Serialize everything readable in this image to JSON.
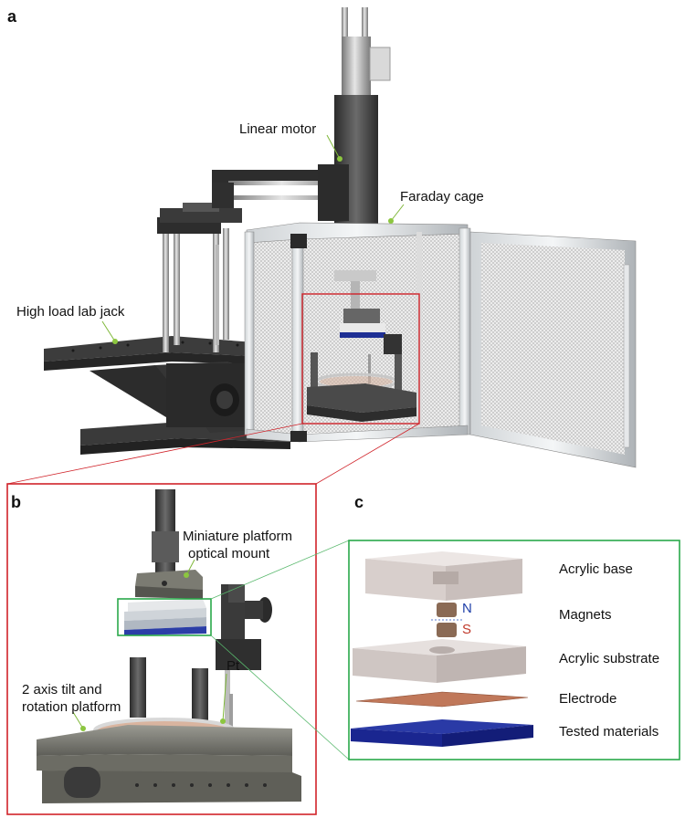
{
  "panels": {
    "a": "a",
    "b": "b",
    "c": "c"
  },
  "labels_a": {
    "linear_motor": "Linear motor",
    "faraday_cage": "Faraday cage",
    "lab_jack": "High load lab jack"
  },
  "labels_b": {
    "mount_line1": "Miniature platform",
    "mount_line2": "optical mount",
    "platform_line1": "2 axis tilt and",
    "platform_line2": "rotation platform",
    "pt": "Pt"
  },
  "labels_c": {
    "acrylic_base": "Acrylic base",
    "magnets": "Magnets",
    "north": "N",
    "south": "S",
    "acrylic_substrate": "Acrylic substrate",
    "electrode": "Electrode",
    "tested_materials": "Tested materials"
  },
  "colors": {
    "zoom_box": "#d0232a",
    "inset_box": "#2aa84a",
    "leader_dot": "#8cc63f",
    "north": "#1f3fa8",
    "south": "#c0392b",
    "electrode": "#b8684a",
    "tested_materials": "#16238f",
    "acrylic": "#d6cfcc"
  }
}
